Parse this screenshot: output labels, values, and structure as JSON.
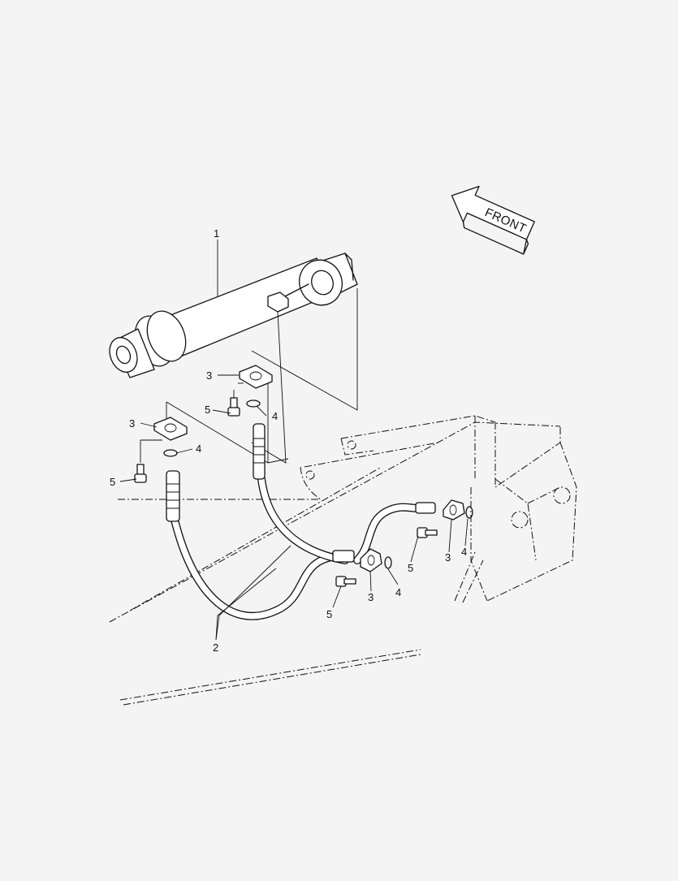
{
  "diagram": {
    "direction_arrow": {
      "label": "FRONT",
      "icon": "front-arrow-icon"
    },
    "callouts": {
      "c1": "1",
      "c2": "2",
      "c3a": "3",
      "c3b": "3",
      "c3c": "3",
      "c3d": "3",
      "c4a": "4",
      "c4b": "4",
      "c4c": "4",
      "c4d": "4",
      "c5a": "5",
      "c5b": "5",
      "c5c": "5",
      "c5d": "5"
    },
    "colors": {
      "line": "#111111",
      "paper": "#f4f4f4",
      "fill": "#ffffff"
    }
  }
}
